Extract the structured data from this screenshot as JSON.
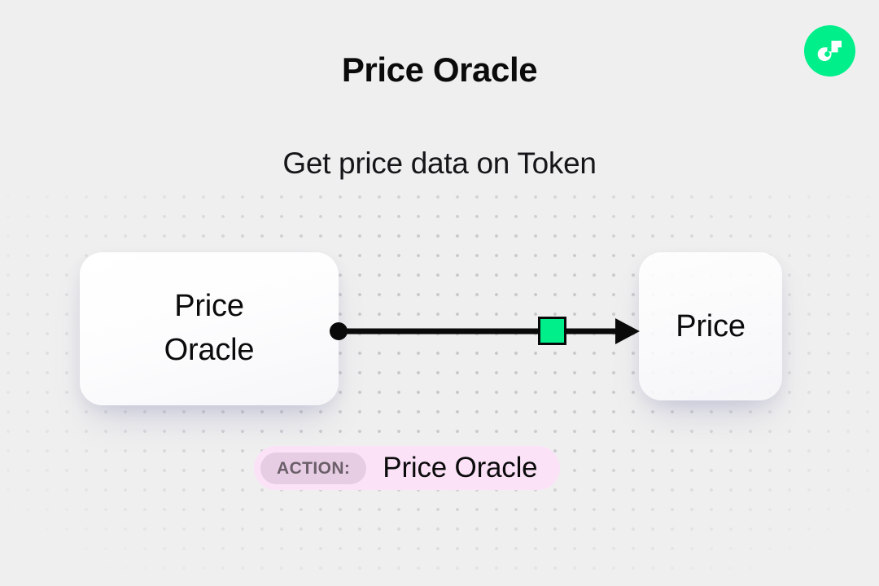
{
  "page": {
    "title": "Price Oracle",
    "subtitle": "Get price data on Token",
    "background_color": "#efefef"
  },
  "brand": {
    "logo_name": "flow-logo-icon",
    "logo_color": "#00ef8b",
    "logo_mark_color": "#ffffff"
  },
  "diagram": {
    "source_node": {
      "label": "Price Oracle",
      "label_line_1": "Price",
      "label_line_2": "Oracle"
    },
    "target_node": {
      "label": "Price"
    },
    "edge": {
      "start_marker": "dot",
      "end_marker": "arrow",
      "midpoint_marker": "square",
      "line_color": "#0a0a0a",
      "marker_color": "#00ef8b"
    }
  },
  "action": {
    "key_label": "ACTION:",
    "value_label": "Price Oracle",
    "badge_color": "#fbe2f7",
    "key_pill_color": "#e7cde4"
  }
}
